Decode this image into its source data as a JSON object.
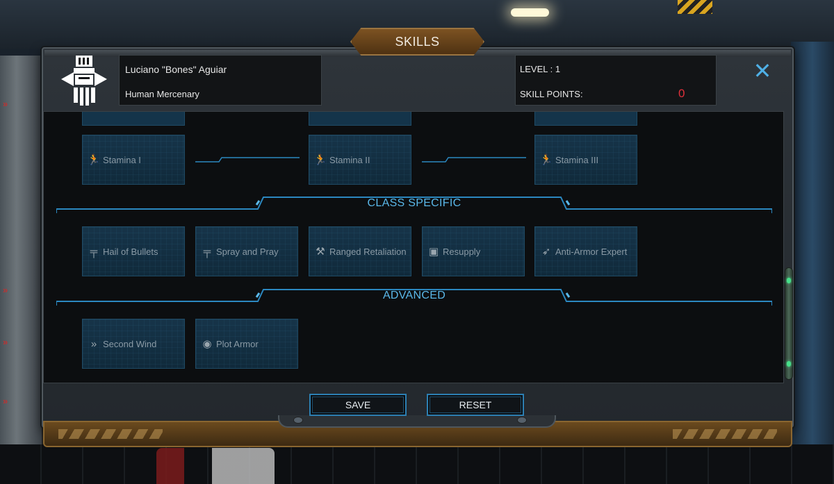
{
  "title": "SKILLS",
  "character": {
    "name": "Luciano \"Bones\" Aguiar",
    "class": "Human Mercenary"
  },
  "stats": {
    "level_label": "LEVEL : 1",
    "skill_points_label": "SKILL POINTS:",
    "skill_points_value": "0"
  },
  "close_icon": "✕",
  "tiers": {
    "stamina": [
      {
        "label": "Stamina I",
        "icon": "runner-icon"
      },
      {
        "label": "Stamina II",
        "icon": "runner-icon"
      },
      {
        "label": "Stamina III",
        "icon": "runner-icon"
      }
    ]
  },
  "sections": {
    "class_specific": {
      "title": "CLASS SPECIFIC",
      "skills": [
        {
          "label": "Hail of Bullets",
          "icon": "rifle-icon"
        },
        {
          "label": "Spray and Pray",
          "icon": "rifle-icon"
        },
        {
          "label": "Ranged Retaliation",
          "icon": "shovel-icon"
        },
        {
          "label": "Resupply",
          "icon": "ammo-crate-icon"
        },
        {
          "label": "Anti-Armor Expert",
          "icon": "rocket-icon"
        }
      ]
    },
    "advanced": {
      "title": "ADVANCED",
      "skills": [
        {
          "label": "Second Wind",
          "icon": "chevrons-icon"
        },
        {
          "label": "Plot Armor",
          "icon": "medal-icon"
        }
      ]
    }
  },
  "buttons": {
    "save": "SAVE",
    "reset": "RESET"
  },
  "colors": {
    "accent": "#5ab8ea",
    "skill_points_value": "#e0303a",
    "tile_bg": "#163449",
    "frame_gold": "#7c5222"
  }
}
